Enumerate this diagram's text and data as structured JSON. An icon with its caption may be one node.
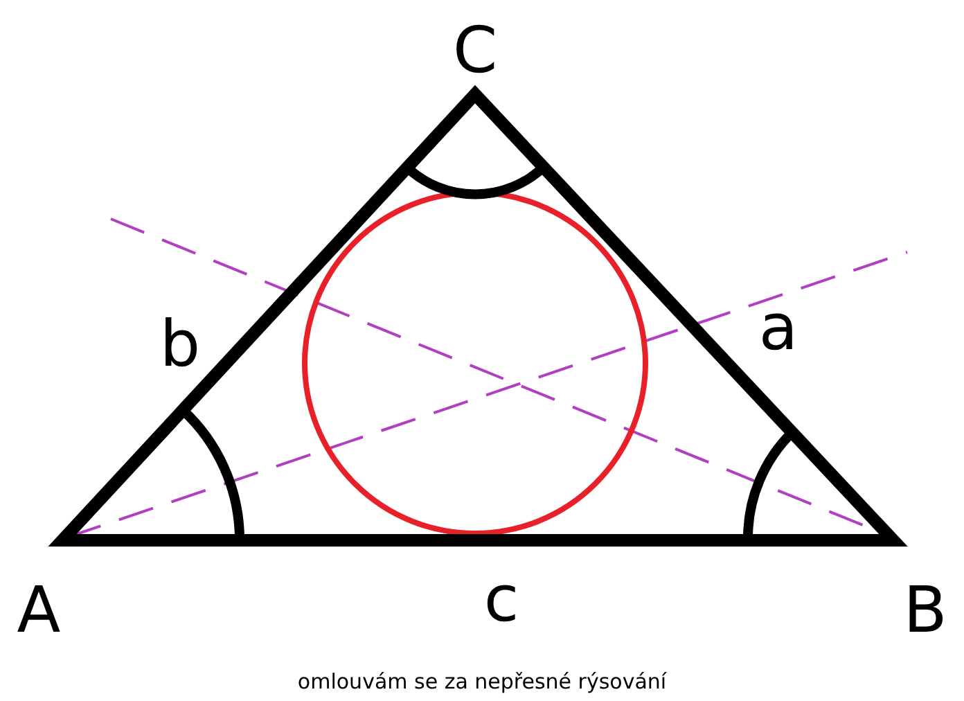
{
  "diagram": {
    "caption": "omlouvám se za nepřesné rýsování",
    "labels": [
      "C",
      "b",
      "a",
      "A",
      "c",
      "B"
    ]
  }
}
